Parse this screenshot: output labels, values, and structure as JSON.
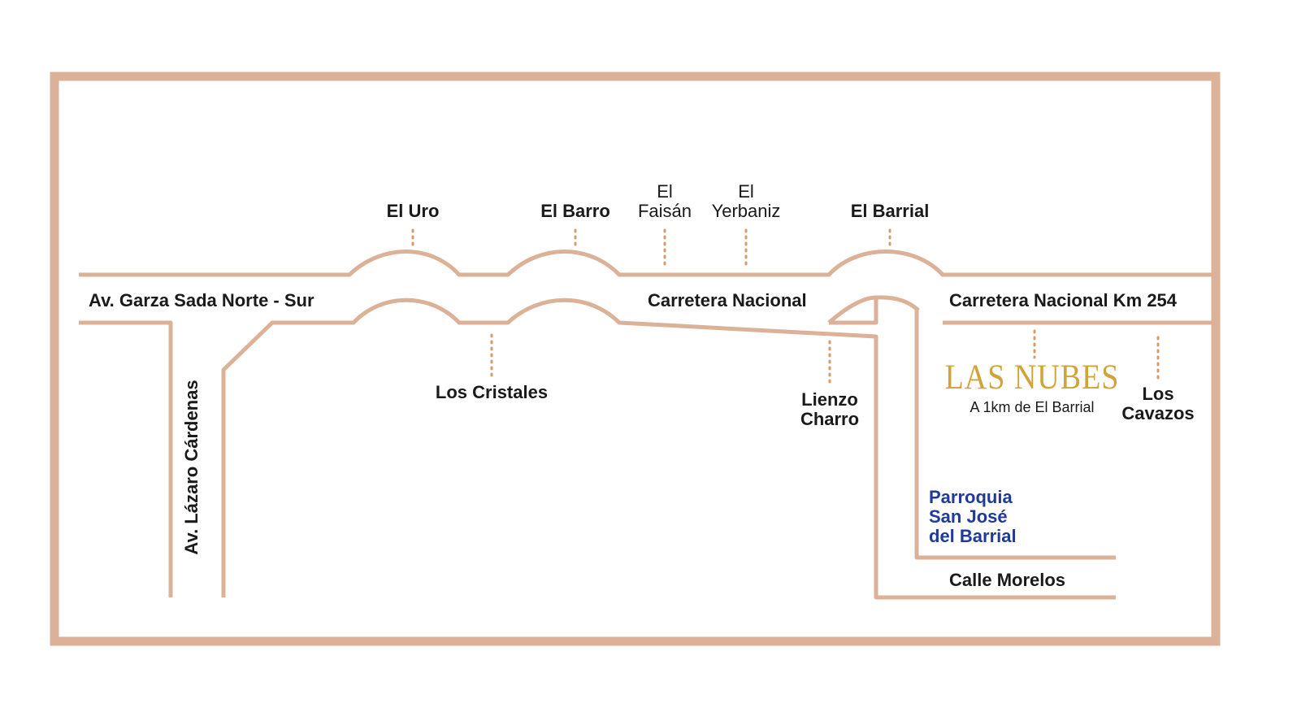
{
  "map": {
    "places": {
      "el_uro": "El Uro",
      "el_barro": "El Barro",
      "el_faisan": [
        "El",
        "Faisán"
      ],
      "el_yerbaniz": [
        "El",
        "Yerbaniz"
      ],
      "el_barrial": "El Barrial",
      "los_cristales": "Los Cristales",
      "lienzo_charro": [
        "Lienzo",
        "Charro"
      ],
      "los_cavazos": [
        "Los",
        "Cavazos"
      ]
    },
    "roads": {
      "garza_sada": "Av. Garza Sada Norte - Sur",
      "carretera_nacional": "Carretera Nacional",
      "carretera_km": "Carretera Nacional Km 254",
      "lazaro_cardenas": "Av. Lázaro Cárdenas",
      "calle_morelos": "Calle Morelos"
    },
    "church": [
      "Parroquia",
      "San José",
      "del Barrial"
    ],
    "destination": {
      "name": "LAS NUBES",
      "distance": "A 1km de El Barrial"
    },
    "colors": {
      "road": "#dbb197",
      "marker": "#d99a6c",
      "church": "#1f3a9a",
      "brand": "#d1a43a",
      "text": "#1a1a1a"
    }
  }
}
